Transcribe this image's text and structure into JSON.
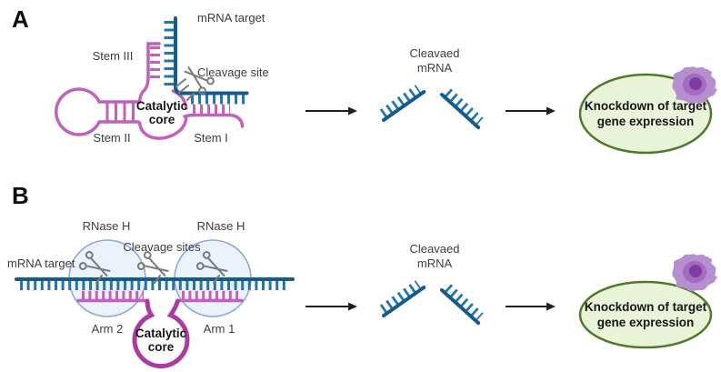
{
  "figure": {
    "panel_a": {
      "label": "A",
      "mrna_target_label": "mRNA target",
      "stem_iii_label": "Stem III",
      "cleavage_site_label": "Cleavage site",
      "catalytic_core_label_line1": "Catalytic",
      "catalytic_core_label_line2": "core",
      "stem_ii_label": "Stem II",
      "stem_i_label": "Stem I",
      "cleaved_mrna_label_line1": "Cleavaed",
      "cleaved_mrna_label_line2": "mRNA",
      "knockdown_label_line1": "Knockdown of target",
      "knockdown_label_line2": "gene expression"
    },
    "panel_b": {
      "label": "B",
      "rnase_h_left_label": "RNase H",
      "rnase_h_right_label": "RNase H",
      "cleavage_sites_label": "Cleavage sites",
      "mrna_target_label": "mRNA target",
      "arm_2_label": "Arm 2",
      "arm_1_label": "Arm 1",
      "catalytic_core_label_line1": "Catalytic",
      "catalytic_core_label_line2": "core",
      "cleaved_mrna_label_line1": "Cleavaed",
      "cleaved_mrna_label_line2": "mRNA",
      "knockdown_label_line1": "Knockdown of target",
      "knockdown_label_line2": "gene expression"
    },
    "colors": {
      "mrna_blue": "#155c8a",
      "mrna_tick_blue": "#2476a8",
      "ribozyme_magenta": "#c161bb",
      "dnazyme_loop_magenta": "#ad3aa1",
      "rnase_h_fill": "#dfe9f8",
      "rnase_h_border": "#91a6d9",
      "cell_fill": "#e9f3d8",
      "cell_border": "#4c7a27",
      "virus_purple": "#b78ed0",
      "virus_mid": "#a46cc0",
      "virus_nucleus": "#7e3da2",
      "scissors_gray": "#7a7a7a",
      "label_gray": "#3d3d3d",
      "arrow_black": "#1f1f1f"
    }
  }
}
